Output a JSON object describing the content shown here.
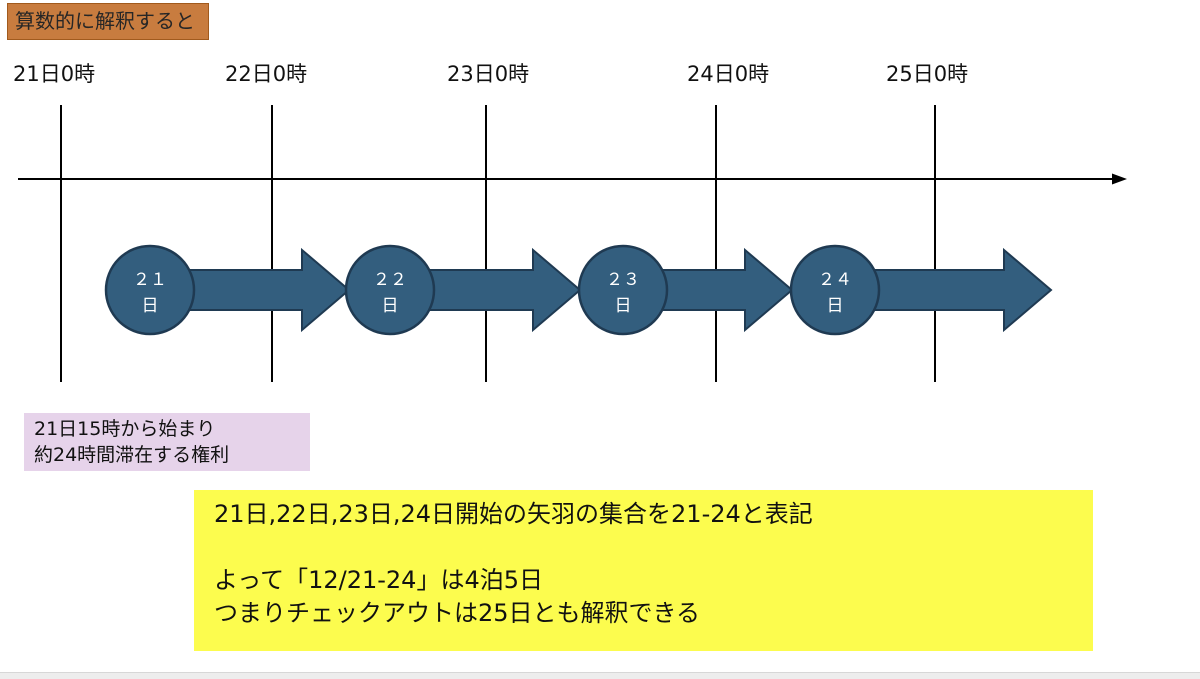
{
  "header": {
    "title": "算数的に解釈すると"
  },
  "timeline": {
    "tick_labels": [
      "21日0時",
      "22日0時",
      "23日0時",
      "24日0時",
      "25日0時"
    ],
    "day_nodes": [
      {
        "number": "２１",
        "suffix": "日"
      },
      {
        "number": "２２",
        "suffix": "日"
      },
      {
        "number": "２３",
        "suffix": "日"
      },
      {
        "number": "２４",
        "suffix": "日"
      }
    ]
  },
  "notes": {
    "pink_note": {
      "lines": [
        "21日15時から始まり",
        "約24時間滞在する権利"
      ]
    },
    "yellow_note": {
      "lines": [
        "21日,22日,23日,24日開始の矢羽の集合を21-24と表記",
        "",
        "よって「12/21-24」は4泊5日",
        "つまりチェックアウトは25日とも解釈できる"
      ]
    }
  },
  "colors": {
    "node_fill": "#335E7E",
    "node_border": "#1F3A52",
    "arrow_fill": "#335E7E",
    "arrow_border": "#1F3A52",
    "axis_color": "#000000",
    "header_bg": "#C87C3F",
    "pink_bg": "#E6D3EA",
    "yellow_bg": "#FCFC4E"
  }
}
